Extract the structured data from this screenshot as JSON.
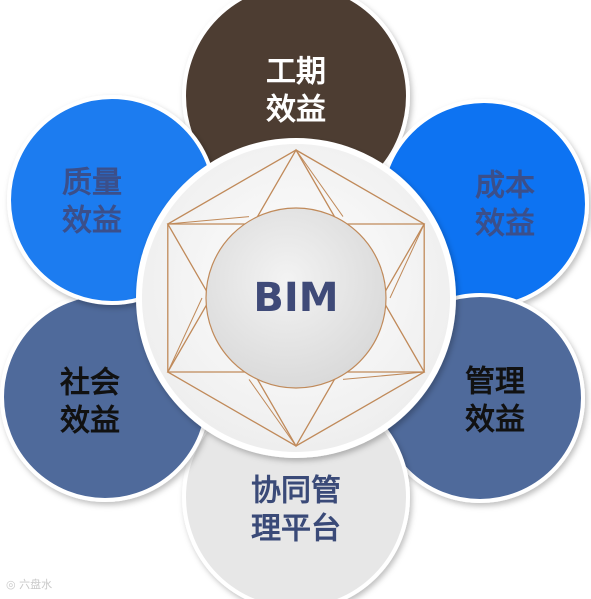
{
  "center": {
    "label": "BIM",
    "text_color": "#3f4a78"
  },
  "petals": [
    {
      "id": "schedule",
      "lines": [
        "工期",
        "效益"
      ],
      "fill": "#4e3d33",
      "text_color": "#ffffff"
    },
    {
      "id": "cost",
      "lines": [
        "成本",
        "效益"
      ],
      "fill": "#0a73f2",
      "text_color": "#3b4f8a"
    },
    {
      "id": "management",
      "lines": [
        "管理",
        "效益"
      ],
      "fill": "#4f6a9b",
      "text_color": "#111111"
    },
    {
      "id": "platform",
      "lines": [
        "协同管",
        "理平台"
      ],
      "fill": "#e7e7e7",
      "text_color": "#3a4a78"
    },
    {
      "id": "social",
      "lines": [
        "社会",
        "效益"
      ],
      "fill": "#4f6a9b",
      "text_color": "#111111"
    },
    {
      "id": "quality",
      "lines": [
        "质量",
        "效益"
      ],
      "fill": "#1a7cf0",
      "text_color": "#3b4f8a"
    }
  ],
  "watermark": {
    "text": "六盘水"
  },
  "colors": {
    "star_line": "#c08a5a",
    "ring_fill": "#f4f4f4",
    "core_fill": "#e4e4e4"
  }
}
